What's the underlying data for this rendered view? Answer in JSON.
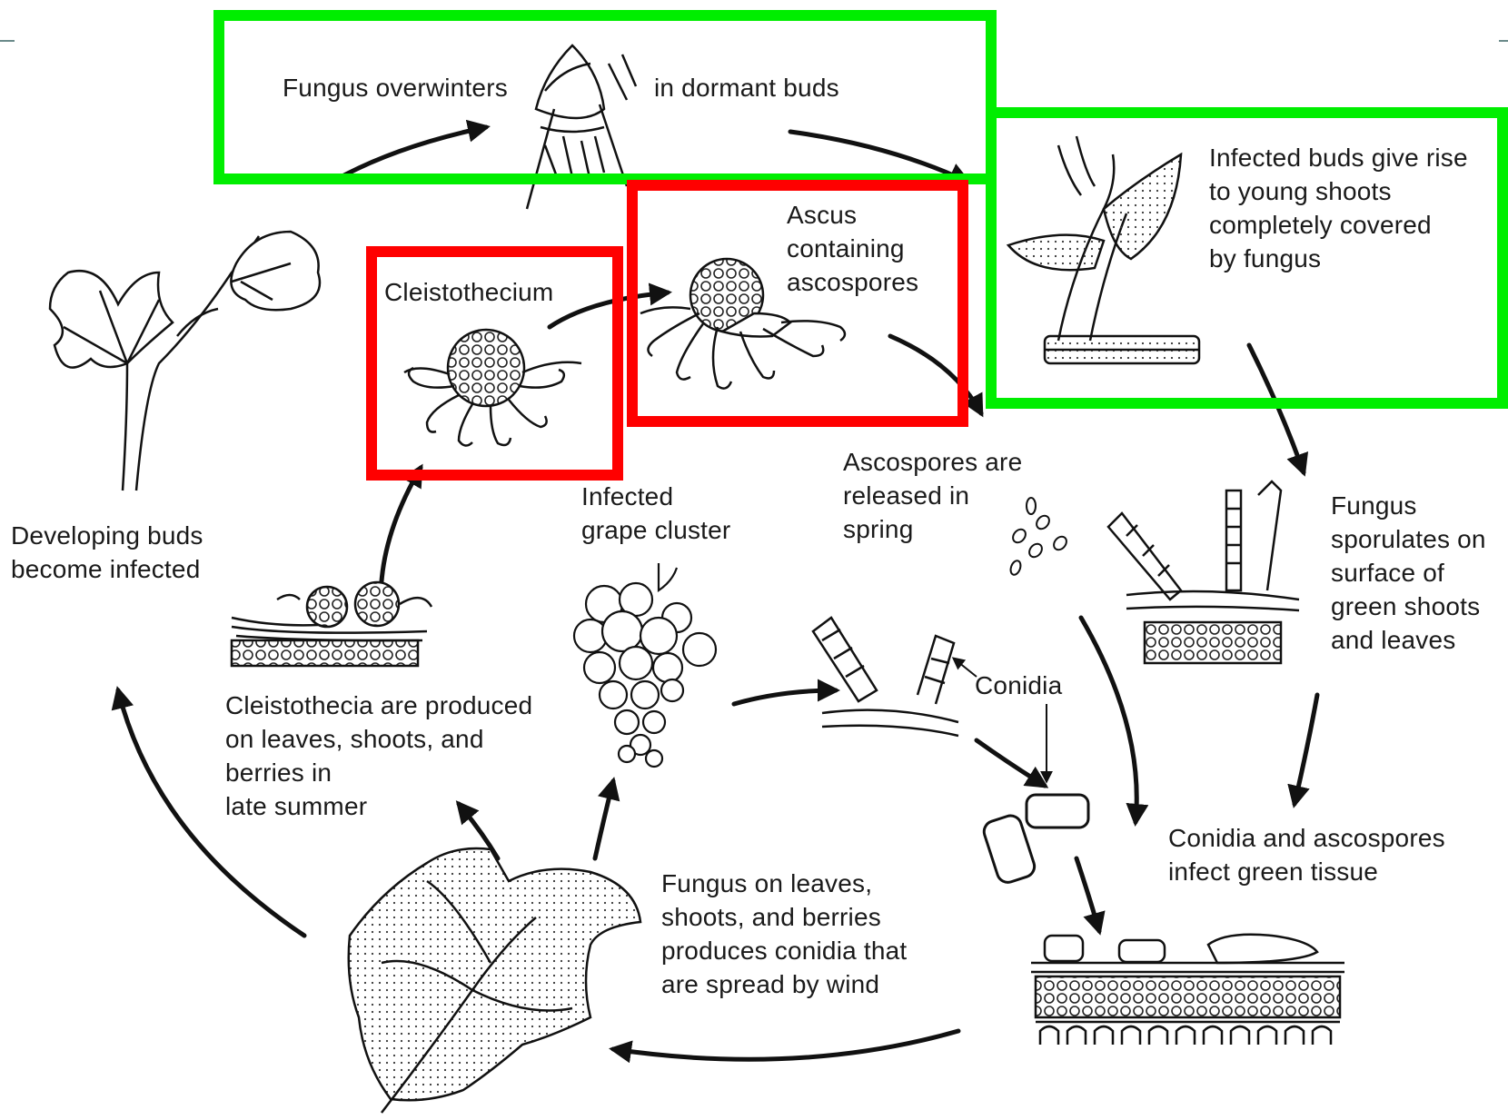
{
  "diagram": {
    "highlight_colors": {
      "green": "#00ee00",
      "red": "#ff0000"
    },
    "labels": {
      "overwinters_left": "Fungus overwinters",
      "overwinters_right": "in dormant buds",
      "infected_buds": "Infected buds give rise\nto young shoots\ncompletely covered\nby fungus",
      "ascus": "Ascus\ncontaining\nascospores",
      "cleistothecium": "Cleistothecium",
      "ascospores_released": "Ascospores are\nreleased in\nspring",
      "infected_cluster": "Infected\ngrape cluster",
      "developing_buds": "Developing buds\nbecome infected",
      "fungus_sporulates": "Fungus\nsporulates on\nsurface of\ngreen shoots\nand leaves",
      "conidia": "Conidia",
      "cleistothecia_produced": "Cleistothecia are produced\non leaves, shoots, and\nberries in\nlate summer",
      "conidia_ascospores": "Conidia and ascospores\ninfect green tissue",
      "fungus_leaves": "Fungus on leaves,\nshoots, and berries\nproduces conidia that\nare spread by wind"
    },
    "icons": [
      "dormant-bud",
      "infected-shoot",
      "ascus",
      "cleistothecium",
      "grape-cluster",
      "conidiophore",
      "ascospores",
      "conidium",
      "leaf-tissue",
      "infected-leaf",
      "developing-shoot"
    ]
  }
}
